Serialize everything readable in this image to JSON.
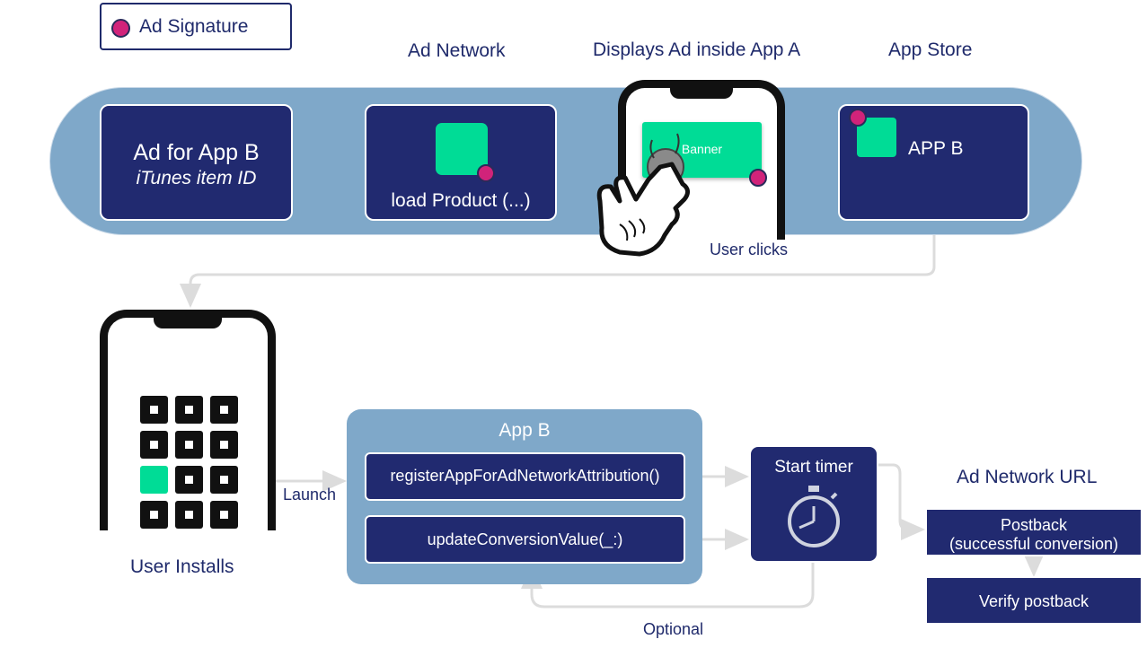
{
  "legend": {
    "label": "Ad Signature",
    "dot_color": "#d1237a"
  },
  "headers": {
    "ad_network": "Ad Network",
    "displays_ad": "Displays Ad inside App A",
    "app_store": "App Store",
    "ad_network_url": "Ad Network URL"
  },
  "top_row": {
    "ad_box": {
      "title": "Ad for App B",
      "subtitle": "iTunes item ID"
    },
    "network_box": {
      "label": "load Product (...)"
    },
    "banner": {
      "label": "Banner"
    },
    "user_clicks": "User clicks",
    "store_box": {
      "label": "APP B"
    }
  },
  "bottom_row": {
    "user_installs": "User Installs",
    "launch": "Launch",
    "app_b": {
      "title": "App B",
      "register": "registerAppForAdNetworkAttribution()",
      "update": "updateConversionValue(_:)"
    },
    "timer": {
      "label": "Start timer"
    },
    "optional": "Optional",
    "postback": {
      "line1": "Postback",
      "line2": "(successful conversion)"
    },
    "verify": "Verify postback"
  },
  "colors": {
    "navy": "#212a70",
    "pill": "#7fa8c9",
    "green": "#00dc96",
    "signature": "#d1237a"
  }
}
